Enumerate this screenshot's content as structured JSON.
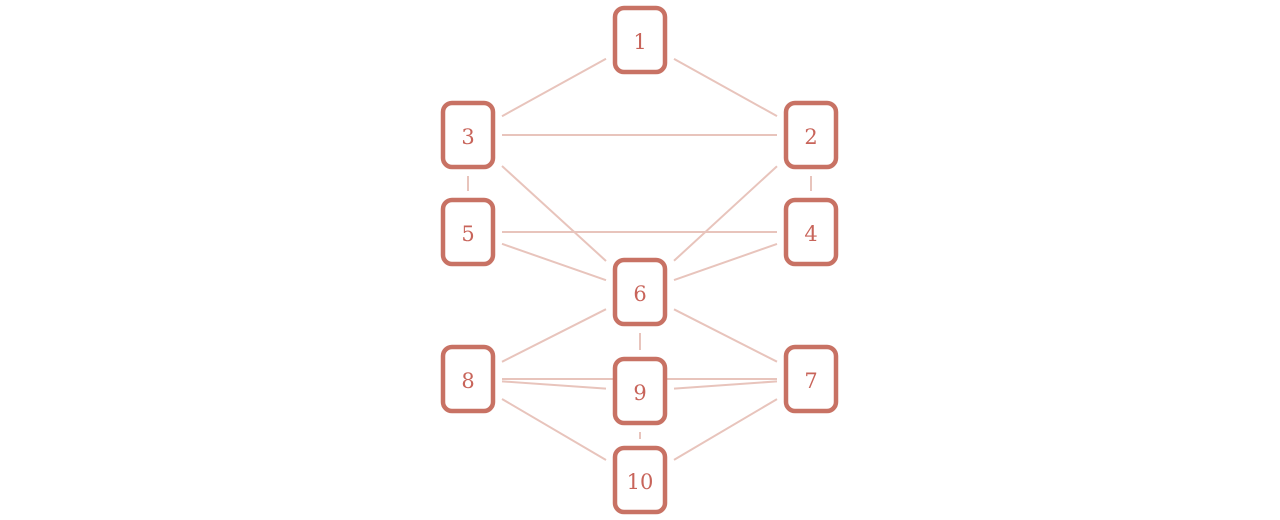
{
  "diagram": {
    "colors": {
      "node_stroke": "#c87264",
      "node_text": "#c8645a",
      "edge": "#e8c4bc"
    },
    "nodes": [
      {
        "id": "1",
        "label": "1"
      },
      {
        "id": "2",
        "label": "2"
      },
      {
        "id": "3",
        "label": "3"
      },
      {
        "id": "4",
        "label": "4"
      },
      {
        "id": "5",
        "label": "5"
      },
      {
        "id": "6",
        "label": "6"
      },
      {
        "id": "7",
        "label": "7"
      },
      {
        "id": "8",
        "label": "8"
      },
      {
        "id": "9",
        "label": "9"
      },
      {
        "id": "10",
        "label": "10"
      }
    ],
    "edges": [
      {
        "from": "1",
        "to": "3"
      },
      {
        "from": "1",
        "to": "2"
      },
      {
        "from": "3",
        "to": "2"
      },
      {
        "from": "3",
        "to": "5"
      },
      {
        "from": "2",
        "to": "4"
      },
      {
        "from": "3",
        "to": "6"
      },
      {
        "from": "2",
        "to": "6"
      },
      {
        "from": "5",
        "to": "4"
      },
      {
        "from": "5",
        "to": "6"
      },
      {
        "from": "4",
        "to": "6"
      },
      {
        "from": "6",
        "to": "8"
      },
      {
        "from": "6",
        "to": "7"
      },
      {
        "from": "6",
        "to": "9"
      },
      {
        "from": "8",
        "to": "7"
      },
      {
        "from": "8",
        "to": "9"
      },
      {
        "from": "9",
        "to": "7"
      },
      {
        "from": "9",
        "to": "10"
      },
      {
        "from": "8",
        "to": "10"
      },
      {
        "from": "7",
        "to": "10"
      }
    ]
  }
}
